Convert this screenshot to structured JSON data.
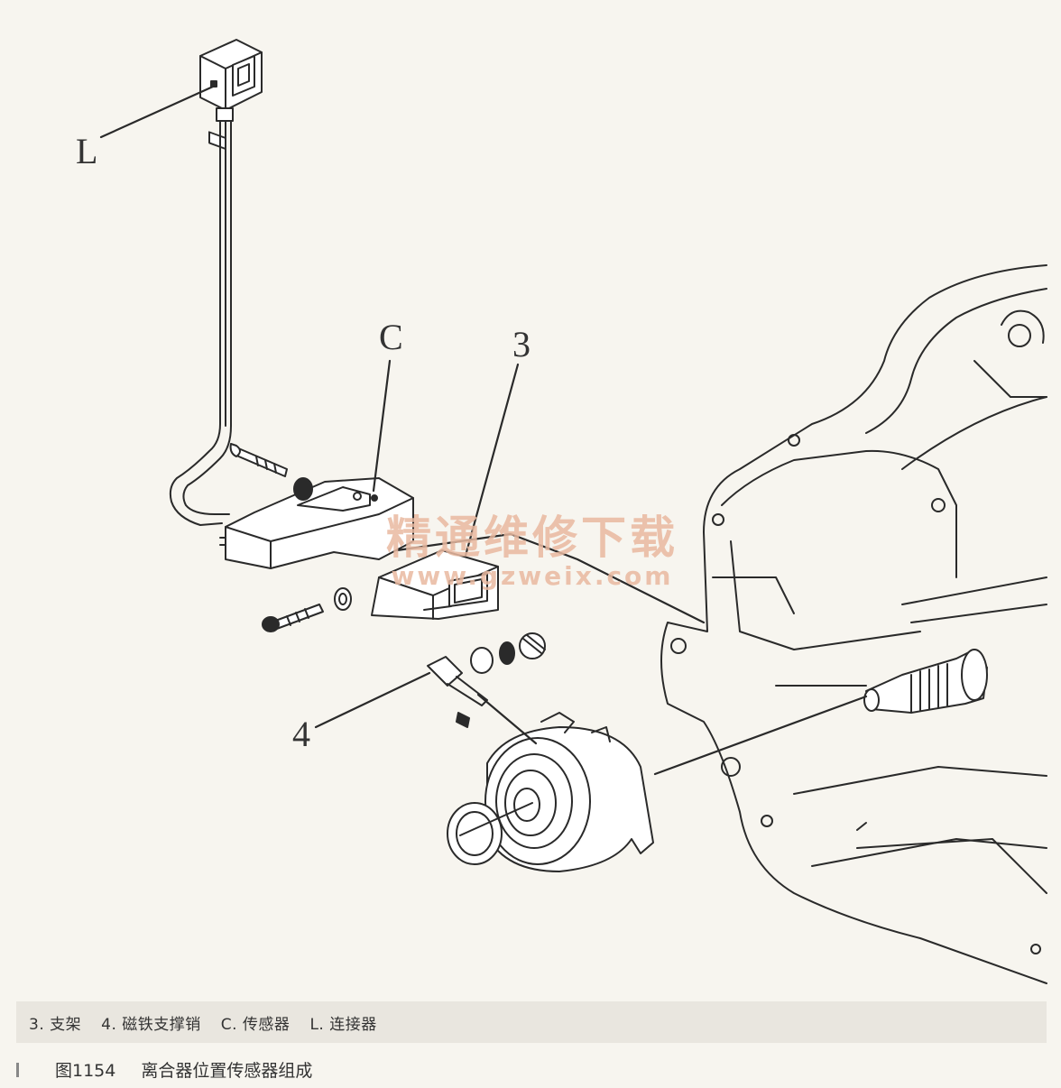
{
  "callouts": {
    "L": "L",
    "C": "C",
    "three": "3",
    "four": "4"
  },
  "watermark": {
    "text_cn": "精通维修下载",
    "url": "www.gzweix.com"
  },
  "legend": {
    "item3": "3. 支架",
    "item4": "4. 磁铁支撑销",
    "itemC": "C. 传感器",
    "itemL": "L. 连接器"
  },
  "caption": {
    "figure_number": "图1154",
    "title": "离合器位置传感器组成"
  },
  "colors": {
    "line": "#2a2a2a",
    "watermark": "#e9b9a0",
    "legend_band": "#e9e6df",
    "background": "#f7f5ef"
  }
}
